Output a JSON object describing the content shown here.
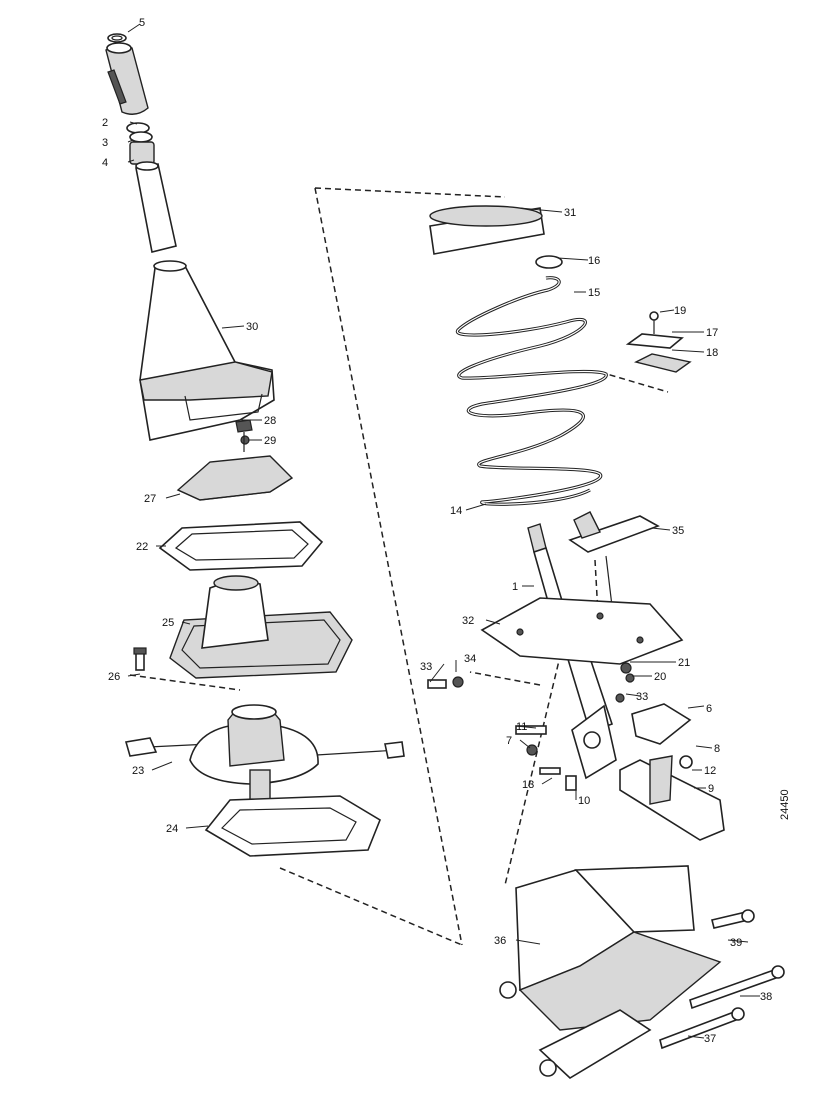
{
  "diagram": {
    "reference_number": "24450",
    "callouts": [
      "5",
      "2",
      "3",
      "4",
      "30",
      "28",
      "29",
      "27",
      "22",
      "25",
      "26",
      "23",
      "24",
      "31",
      "16",
      "15",
      "19",
      "17",
      "18",
      "14",
      "35",
      "1",
      "32",
      "34",
      "33",
      "21",
      "20",
      "33",
      "11",
      "7",
      "6",
      "8",
      "13",
      "10",
      "12",
      "9",
      "36",
      "39",
      "38",
      "37"
    ]
  }
}
